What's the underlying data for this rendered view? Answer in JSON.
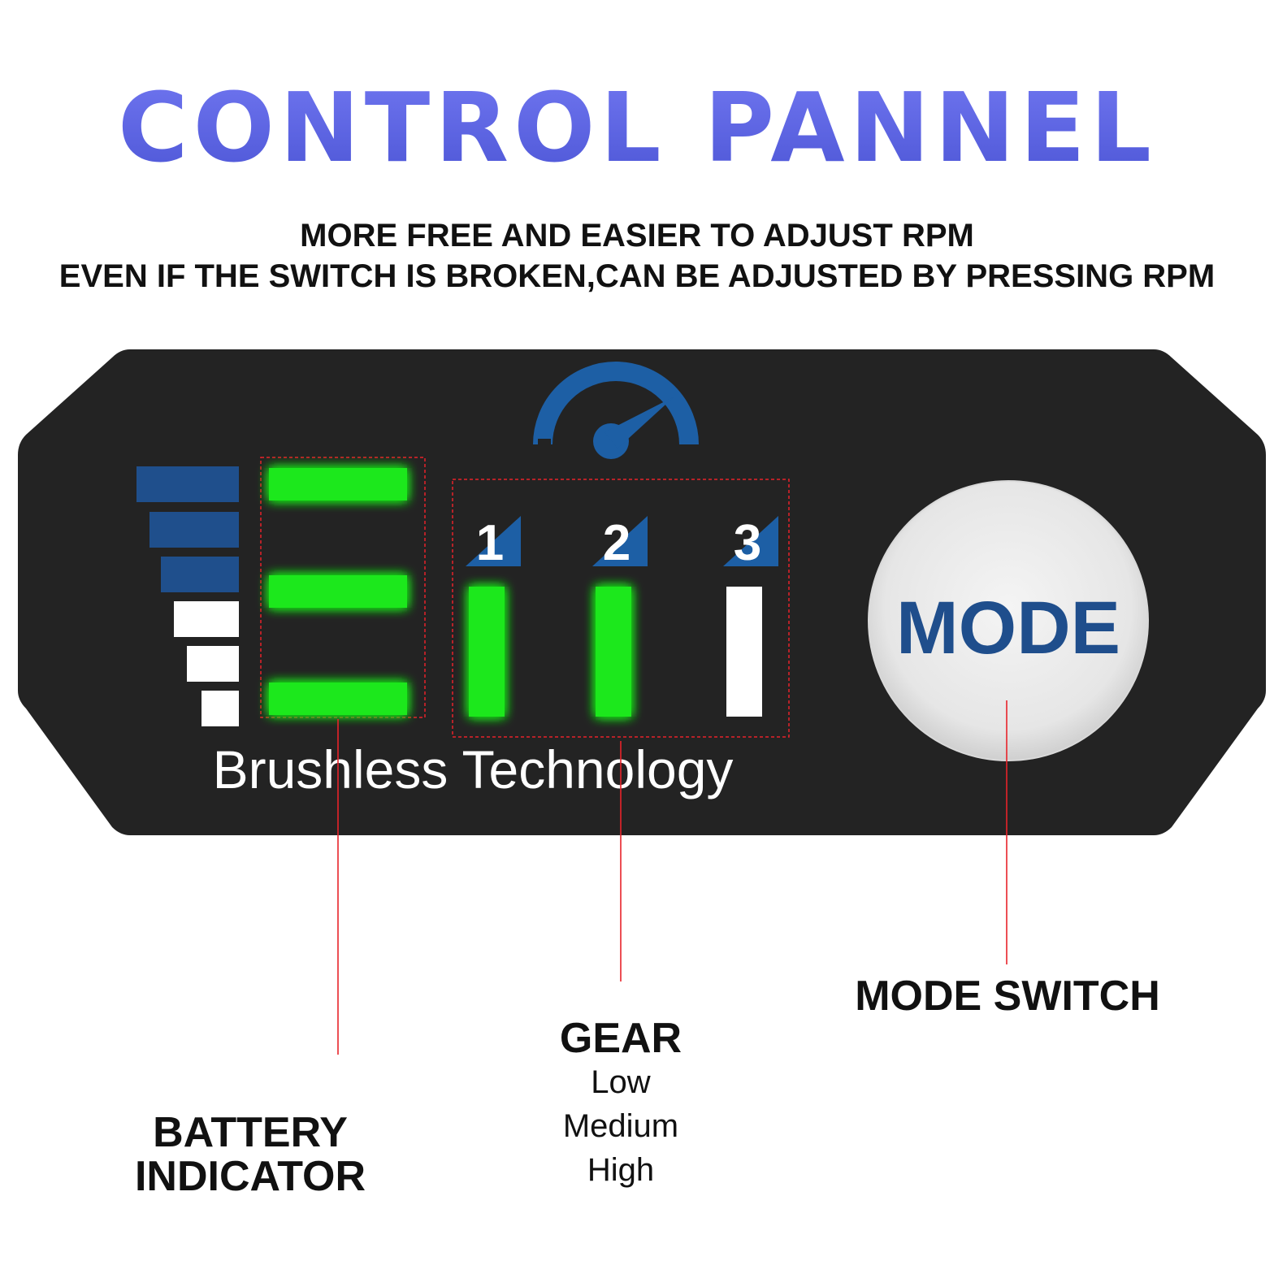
{
  "header": {
    "title": "CONTROL PANNEL",
    "subtitle_line1": "MORE FREE AND EASIER TO ADJUST RPM",
    "subtitle_line2": "EVEN IF THE SWITCH IS BROKEN,CAN BE ADJUSTED BY PRESSING RPM"
  },
  "panel": {
    "brand_text": "Brushless Technology",
    "gears": [
      {
        "number": "1",
        "lit": true
      },
      {
        "number": "2",
        "lit": true
      },
      {
        "number": "3",
        "lit": false
      }
    ],
    "battery_bars_lit": 3,
    "battery_bars_total": 3,
    "mode_button_label": "MODE",
    "colors": {
      "panel": "#232323",
      "led_green": "#1ee81e",
      "accent_blue": "#1d5fa5",
      "dark_blue": "#1f4f8c",
      "callout_red": "#e8232a",
      "mode_text": "#1f4e8c"
    },
    "icons": [
      "speedometer-icon"
    ]
  },
  "callouts": {
    "battery": {
      "line1": "BATTERY",
      "line2": "INDICATOR"
    },
    "gear": {
      "title": "GEAR",
      "levels": [
        "Low",
        "Medium",
        "High"
      ]
    },
    "mode": {
      "title": "MODE SWITCH"
    }
  }
}
